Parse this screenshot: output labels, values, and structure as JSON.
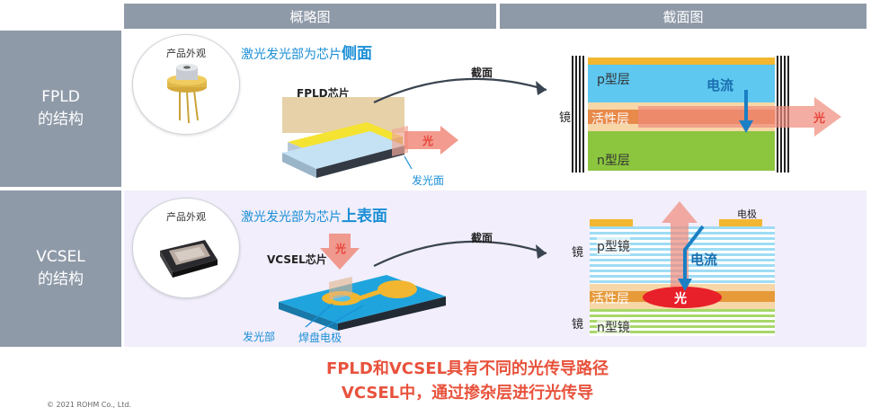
{
  "headers": {
    "overview": "概略图",
    "cross_section": "截面图"
  },
  "rows": {
    "fpld": {
      "label": "FPLD\n的结构"
    },
    "vcsel": {
      "label": "VCSEL\n的结构"
    }
  },
  "fpld": {
    "product_label": "产品外观",
    "title_prefix": "激光发光部为芯片",
    "title_emph": "侧面",
    "chip_label": "FPLD芯片",
    "arrow_label": "截面",
    "emit_face_label": "发光面",
    "light_label": "光",
    "p_layer": "p型层",
    "active_layer": "活性层",
    "n_layer": "n型层",
    "mirror_label": "镜",
    "current_label": "电流"
  },
  "vcsel": {
    "product_label": "产品外观",
    "title_prefix": "激光发光部为芯片",
    "title_emph": "上表面",
    "chip_label": "VCSEL芯片",
    "arrow_label": "截面",
    "emit_part_label": "发光部",
    "pad_label": "焊盘电极",
    "light_label": "光",
    "electrode_label": "电极",
    "p_mirror": "p型镜",
    "active_layer": "活性层",
    "n_mirror": "n型镜",
    "mirror_label_top": "镜",
    "mirror_label_bottom": "镜",
    "current_label": "电流"
  },
  "conclusion": {
    "line1": "FPLD和VCSEL具有不同的光传导路径",
    "line2": "VCSEL中，通过掺杂层进行光传导"
  },
  "copyright": "© 2021 ROHM Co., Ltd.",
  "colors": {
    "header_gray": "#8f9aa8",
    "accent_blue": "#1a8fd6",
    "highlight_red": "#e8453c",
    "p_layer": "#5ec8f0",
    "active_layer": "#e88a4a",
    "n_layer": "#8cc63f",
    "electrode": "#f2b630",
    "vcsel_bg": "#f2eefb"
  }
}
